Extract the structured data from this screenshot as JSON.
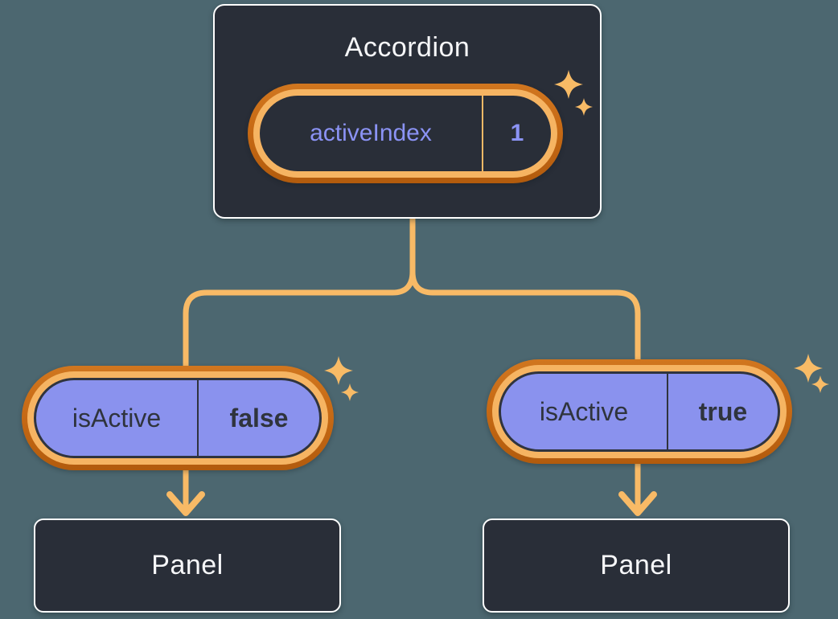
{
  "diagram": {
    "background_color": "#4C6770",
    "line_color": "#F8BA66",
    "ring_outer_color": "#C76A15",
    "ring_inner_color": "#F6B462",
    "box_fill_color": "#292E38",
    "purple_fill_color": "#8A92EE",
    "purple_text_color": "#8B93F5",
    "accordion": {
      "title": "Accordion",
      "state_name": "activeIndex",
      "state_value": "1"
    },
    "children": [
      {
        "prop_name": "isActive",
        "prop_value": "false",
        "panel_label": "Panel"
      },
      {
        "prop_name": "isActive",
        "prop_value": "true",
        "panel_label": "Panel"
      }
    ],
    "icons": {
      "sparkle": "sparkle-icon",
      "arrow": "arrow-down-icon"
    }
  }
}
